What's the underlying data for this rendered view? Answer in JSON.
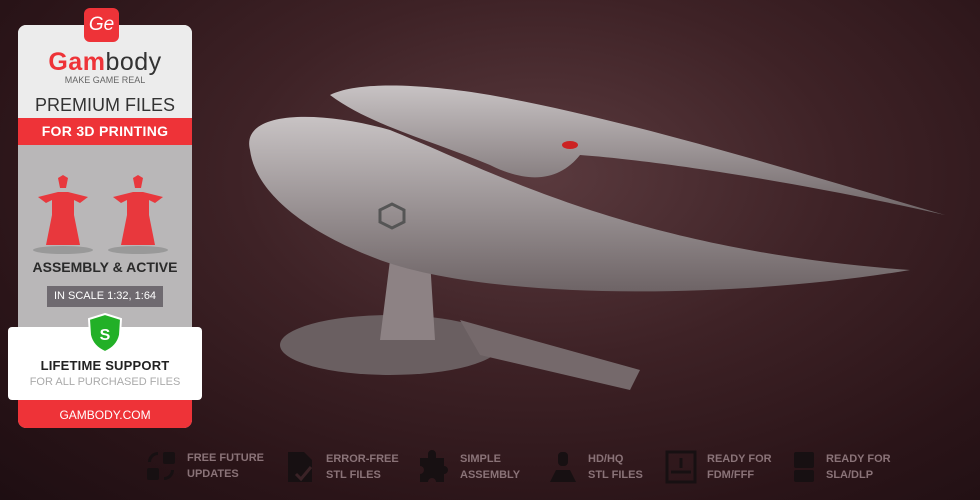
{
  "panel": {
    "logo_badge": "Ge",
    "brand_red": "Gam",
    "brand_dark": "body",
    "tagline": "MAKE GAME REAL",
    "premium": "PREMIUM FILES",
    "for_3d": "FOR 3D PRINTING",
    "assembly": "ASSEMBLY & ACTIVE",
    "scale": "IN SCALE 1:32, 1:64",
    "shield_letter": "S",
    "support_title": "LIFETIME SUPPORT",
    "support_sub": "FOR ALL PURCHASED FILES",
    "site": "GAMBODY.COM"
  },
  "features": [
    {
      "icon": "refresh-icon",
      "l1": "FREE FUTURE",
      "l2": "UPDATES"
    },
    {
      "icon": "file-check-icon",
      "l1": "ERROR-FREE",
      "l2": "STL FILES"
    },
    {
      "icon": "puzzle-icon",
      "l1": "SIMPLE",
      "l2": "ASSEMBLY"
    },
    {
      "icon": "figure-icon",
      "l1": "HD/HQ",
      "l2": "STL FILES"
    },
    {
      "icon": "fdm-printer-icon",
      "l1": "READY FOR",
      "l2": "FDM/FFF"
    },
    {
      "icon": "sla-printer-icon",
      "l1": "READY FOR",
      "l2": "SLA/DLP"
    }
  ],
  "colors": {
    "accent": "#ee3338",
    "shield": "#22b027"
  }
}
